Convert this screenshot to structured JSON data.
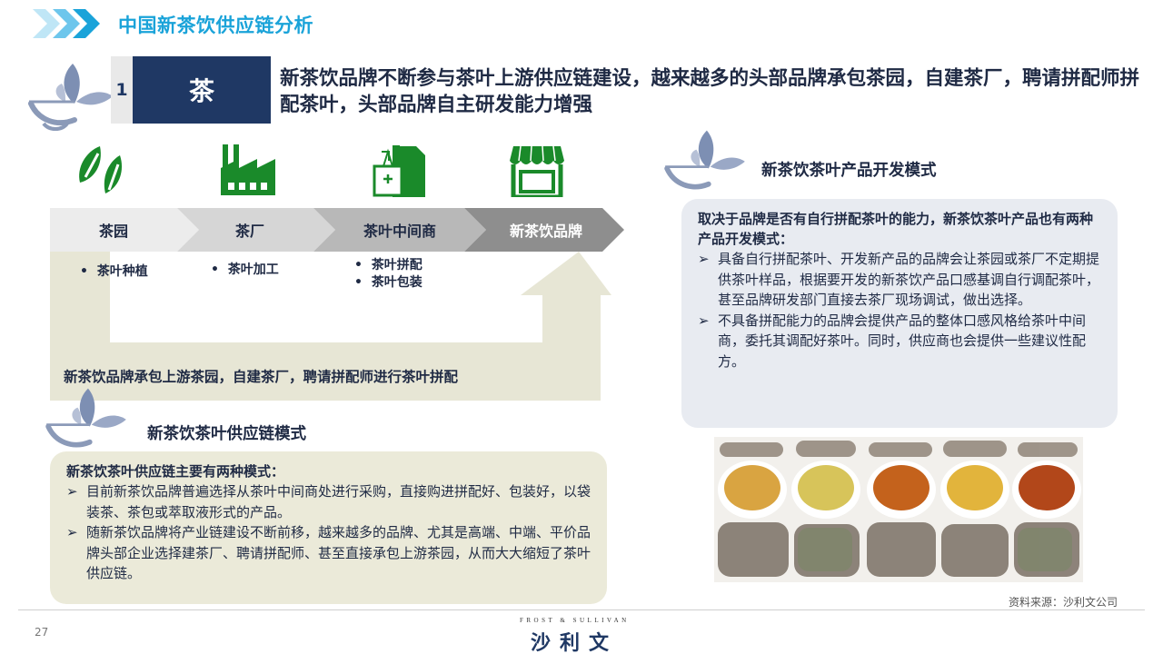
{
  "header": {
    "title": "中国新茶饮供应链分析"
  },
  "section": {
    "number": "1",
    "label": "茶",
    "claim": "新茶饮品牌不断参与茶叶上游供应链建设，越来越多的头部品牌承包茶园，自建茶厂，聘请拼配师拼配茶叶，头部品牌自主研发能力增强"
  },
  "chain": {
    "stages": [
      {
        "label": "茶园",
        "bullets": [
          "茶叶种植"
        ]
      },
      {
        "label": "茶厂",
        "bullets": [
          "茶叶加工"
        ]
      },
      {
        "label": "茶叶中间商",
        "bullets": [
          "茶叶拼配",
          "茶叶包装"
        ]
      },
      {
        "label": "新茶饮品牌",
        "bullets": []
      }
    ],
    "bullet_mark": "•",
    "arrow_text": "新茶饮品牌承包上游茶园，自建茶厂，聘请拼配师进行茶叶拼配",
    "icons": [
      "tea-leaf-icon",
      "factory-icon",
      "tea-bag-icon",
      "storefront-icon"
    ]
  },
  "supply_model": {
    "title": "新茶饮茶叶供应链模式",
    "lead": "新茶饮茶叶供应链主要有两种模式：",
    "marker": "➢",
    "items": [
      "目前新茶饮品牌普遍选择从茶叶中间商处进行采购，直接购进拼配好、包装好，以袋装茶、茶包或萃取液形式的产品。",
      "随新茶饮品牌将产业链建设不断前移，越来越多的品牌、尤其是高端、中端、平价品牌头部企业选择建茶厂、聘请拼配师、甚至直接承包上游茶园，从而大大缩短了茶叶供应链。"
    ]
  },
  "dev_model": {
    "title": "新茶饮茶叶产品开发模式",
    "lead": "取决于品牌是否有自行拼配茶叶的能力，新茶饮茶叶产品也有两种产品开发模式：",
    "marker": "➢",
    "items": [
      "具备自行拼配茶叶、开发新产品的品牌会让茶园或茶厂不定期提供茶叶样品，根据要开发的新茶饮产品口感基调自行调配茶叶，甚至品牌研发部门直接去茶厂现场调试，做出选择。",
      "不具备拼配能力的品牌会提供产品的整体口感风格给茶叶中间商，委托其调配好茶叶。同时，供应商也会提供一些建议性配方。"
    ]
  },
  "footer": {
    "source": "资料来源：沙利文公司",
    "page_number": "27",
    "brand_small": "FROST & SULLIVAN",
    "brand_big": "沙利文"
  },
  "colors": {
    "header_blue": "#1aa3d9",
    "navy": "#1f3864",
    "icon_green": "#1a8a2a",
    "arrow_beige": "#e7e6d5",
    "panel_blue": "#e8ebf1"
  }
}
